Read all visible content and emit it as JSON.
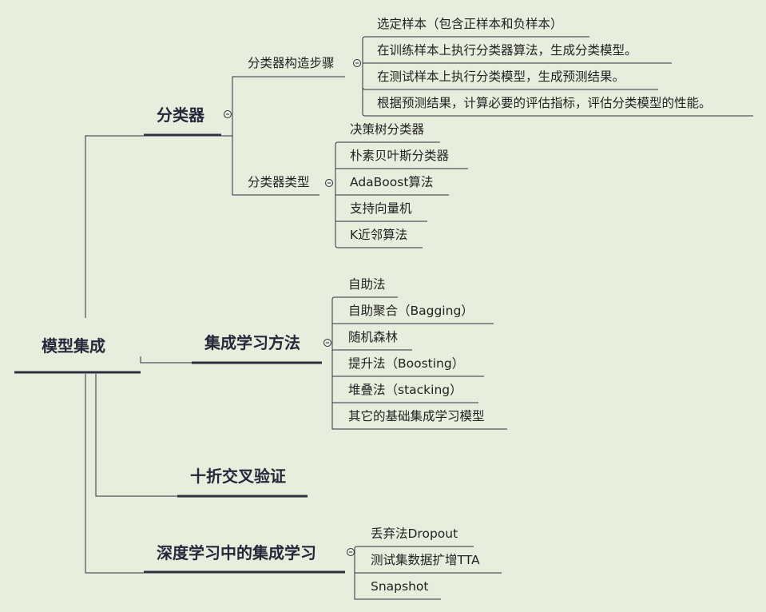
{
  "root": {
    "label": "模型集成"
  },
  "branches": [
    {
      "label": "分类器",
      "children": [
        {
          "label": "分类器构造步骤",
          "children": [
            "选定样本（包含正样本和负样本）",
            "在训练样本上执行分类器算法，生成分类模型。",
            "在测试样本上执行分类模型，生成预测结果。",
            "根据预测结果，计算必要的评估指标，评估分类模型的性能。"
          ]
        },
        {
          "label": "分类器类型",
          "children": [
            "决策树分类器",
            "朴素贝叶斯分类器",
            "AdaBoost算法",
            "支持向量机",
            "K近邻算法"
          ]
        }
      ]
    },
    {
      "label": "集成学习方法",
      "children": [
        "自助法",
        "自助聚合（Bagging）",
        "随机森林",
        "提升法（Boosting）",
        "堆叠法（stacking）",
        "其它的基础集成学习模型"
      ]
    },
    {
      "label": "十折交叉验证",
      "children": []
    },
    {
      "label": "深度学习中的集成学习",
      "children": [
        "丢弃法Dropout",
        "测试集数据扩增TTA",
        "Snapshot"
      ]
    }
  ],
  "colors": {
    "background": "#E8EEDD",
    "line": "#2B2F3F",
    "text": "#222222"
  },
  "icons": {
    "collapse": "collapse-circle-icon"
  }
}
